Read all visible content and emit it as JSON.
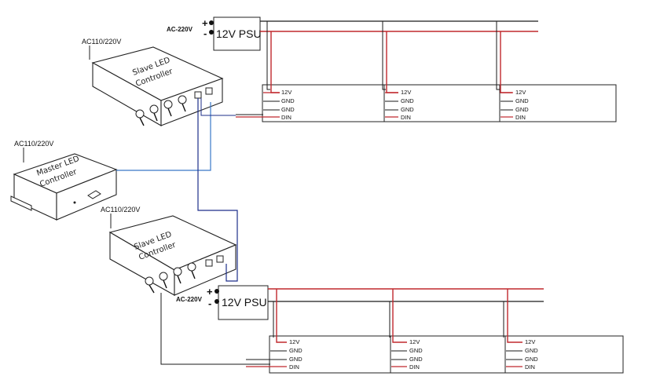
{
  "colors": {
    "power_positive": "#c0282d",
    "ground_wire": "#1a1a1a",
    "signal_wire": "#3a78c8",
    "slave_link": "#1d2f8a"
  },
  "master_controller": {
    "label_line1": "Master LED",
    "label_line2": "Controller",
    "ac_label": "AC110/220V"
  },
  "slave_controller_top": {
    "label_line1": "Slave LED",
    "label_line2": "Controller",
    "ac_label": "AC110/220V"
  },
  "slave_controller_bottom": {
    "label_line1": "Slave LED",
    "label_line2": "Controller",
    "ac_label": "AC110/220V"
  },
  "psu_top": {
    "label": "12V PSU",
    "ac_label": "AC-220V",
    "plus": "+",
    "minus": "-"
  },
  "psu_bottom": {
    "label": "12V PSU",
    "ac_label": "AC-220V",
    "plus": "+",
    "minus": "-"
  },
  "pin_labels": [
    "12V",
    "GND",
    "GND",
    "DIN"
  ],
  "controller_icons": [
    "port-jack-icon"
  ]
}
